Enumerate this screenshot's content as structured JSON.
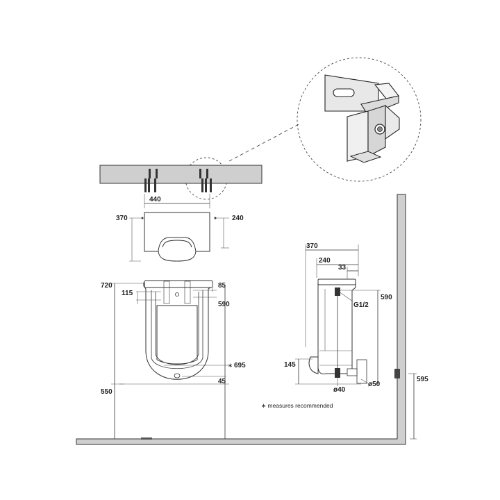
{
  "detail": {
    "label": "wall-bracket-detail"
  },
  "plan": {
    "width_label": "440",
    "depth_left_label": "370",
    "depth_right_label": "240"
  },
  "front": {
    "height_label": "720",
    "top_offset_label": "115",
    "top_right_label": "85",
    "bracket_label": "590",
    "outlet_label": "695",
    "outlet_star": "∗",
    "bottom_offset_label": "45",
    "floor_label": "550"
  },
  "side": {
    "depth_label": "370",
    "bracket_depth_label": "240",
    "offset_label": "33",
    "height_label": "590",
    "inlet_label": "G1/2",
    "lip_label": "145",
    "outlet_label": "ø40",
    "pipe_label": "ø50",
    "wall_label": "595"
  },
  "note": {
    "text": "∗ measures recommended"
  }
}
